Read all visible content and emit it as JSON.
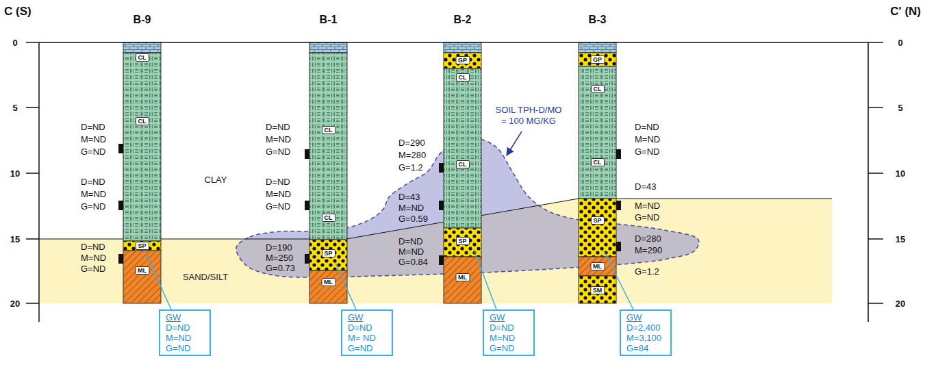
{
  "diagram": {
    "nodes": [
      {
        "text": [
          "GW",
          "D=ND",
          "M=ND",
          "G=ND"
        ]
      },
      {
        "text": [
          "GW",
          "D=ND",
          "M= ND",
          "G=ND"
        ]
      },
      {
        "text": [
          "GW",
          "D=ND",
          "M=ND",
          "G=ND"
        ]
      },
      {
        "text": [
          "GW",
          "D=2,400",
          "M=3,100",
          "G=84"
        ]
      }
    ],
    "labels": [
      "C (S)",
      "B-9",
      "B-1",
      "B-2",
      "B-3",
      "C' (N)",
      "0",
      "5",
      "10",
      "15",
      "20",
      "0",
      "5",
      "10",
      "15",
      "20",
      "CL",
      "CL",
      "SP",
      "ML",
      "CL",
      "CL",
      "SP",
      "ML",
      "GP",
      "CL",
      "CL",
      "SP",
      "ML",
      "GP",
      "CL",
      "CL",
      "SP",
      "ML",
      "SM",
      "CLAY",
      "SAND/SILT",
      "SOIL TPH-D/MO = 100 MG/KG",
      "D=ND",
      "M=ND",
      "G=ND",
      "D=ND",
      "M=ND",
      "G=ND",
      "D=ND",
      "M=ND",
      "G=ND",
      "D=ND",
      "M=ND",
      "G=ND",
      "D=ND",
      "M=ND",
      "G=ND",
      "D=190",
      "M=250",
      "G=0.73",
      "D=290",
      "M=280",
      "G=1.2",
      "D=43",
      "M=ND",
      "G=0.59",
      "D=ND",
      "M=ND",
      "G=0.84",
      "D=ND",
      "M=ND",
      "G=ND",
      "D=43",
      "M=ND",
      "G=ND",
      "D=280",
      "M=290",
      "G=1.2"
    ]
  }
}
